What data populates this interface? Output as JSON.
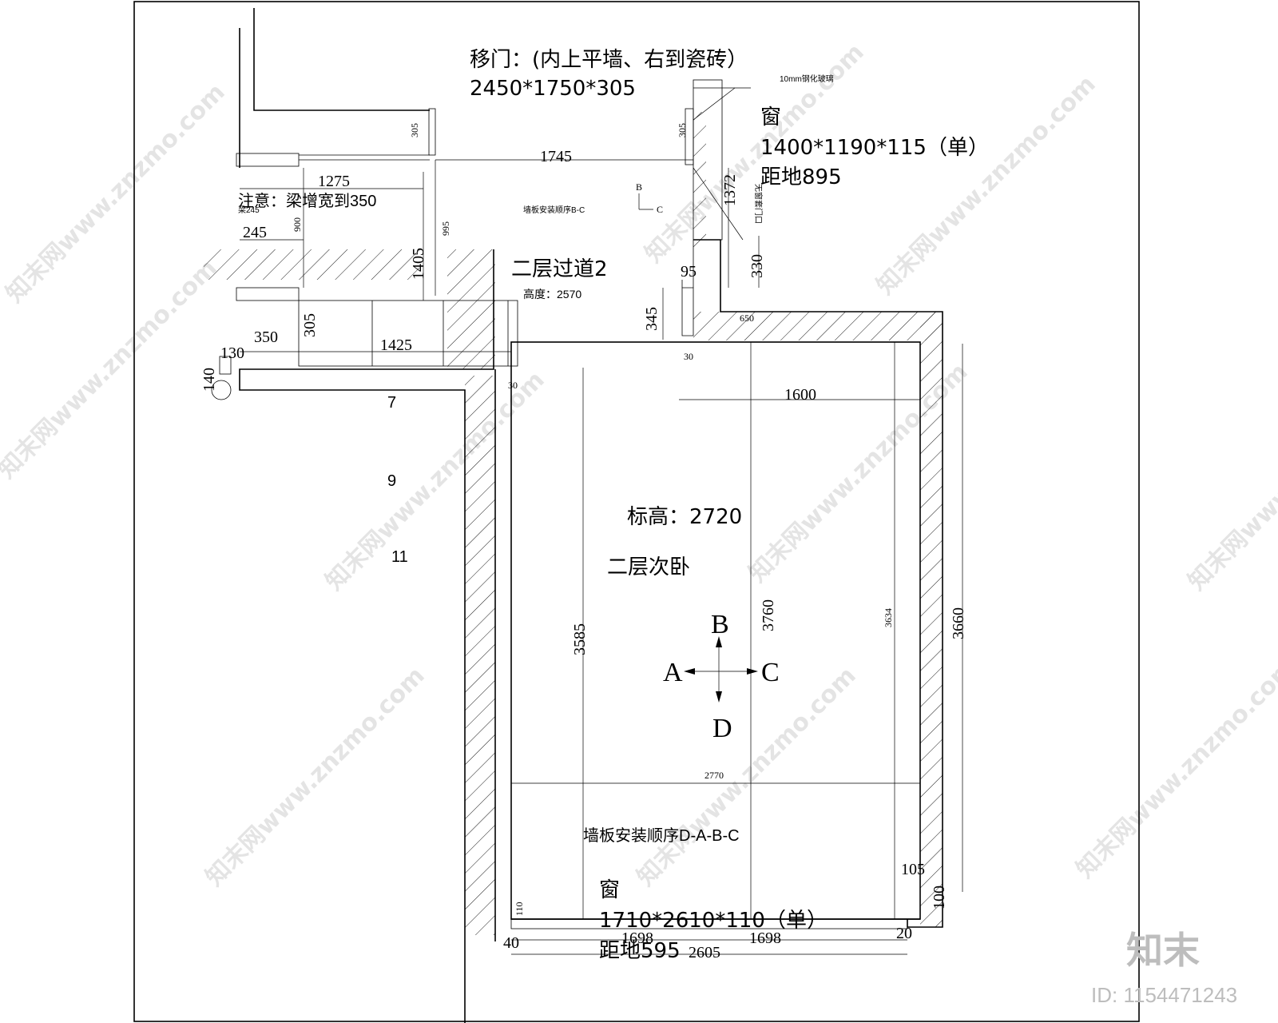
{
  "labels": {
    "sliding_door_title": "移门：(内上平墙、右到瓷砖）",
    "sliding_door_size": "2450*1750*305",
    "glass_note": "10mm钢化玻璃",
    "window_top_title": "窗",
    "window_top_size": "1400*1190*115（单）",
    "window_top_height": "距地895",
    "beam_note": "注意：梁增宽到350",
    "beam_small": "梁245",
    "install_order_bc": "墙板安装顺序B-C",
    "corridor_name": "二层过道2",
    "corridor_height": "高度：2570",
    "elevation": "标高：2720",
    "room_name": "二层次卧",
    "install_order_dabc": "墙板安装顺序D-A-B-C",
    "window_bottom_title": "窗",
    "window_bottom_size": "1710*2610*110（单）",
    "window_bottom_height": "距地595",
    "side_numbers": [
      "7",
      "9",
      "11"
    ],
    "arrow_a": "A",
    "arrow_b": "B",
    "arrow_c": "C",
    "arrow_d": "D",
    "small_b": "B",
    "small_c": "C",
    "window_side_note": "无窗套门口"
  },
  "dimensions": {
    "d1745": "1745",
    "d1275": "1275",
    "d245": "245",
    "d900": "900",
    "d995": "995",
    "d1405": "1405",
    "d305a": "305",
    "d305b": "305",
    "d305c": "305",
    "d350": "350",
    "d1425": "1425",
    "d130": "130",
    "d140": "140",
    "d1372": "1372",
    "d330": "330",
    "d95": "95",
    "d345": "345",
    "d650": "650",
    "d30a": "30",
    "d30b": "30",
    "d1600": "1600",
    "d3585": "3585",
    "d3760": "3760",
    "d3634": "3634",
    "d3660": "3660",
    "d2770": "2770",
    "d105": "105",
    "d100": "100",
    "d110": "110",
    "d40": "40",
    "d1698a": "1698",
    "d1698b": "1698",
    "d20": "20",
    "d2605": "2605"
  },
  "watermark": {
    "text": "知末网www.znzmo.com",
    "logo": "知末",
    "id": "ID: 1154471243"
  }
}
